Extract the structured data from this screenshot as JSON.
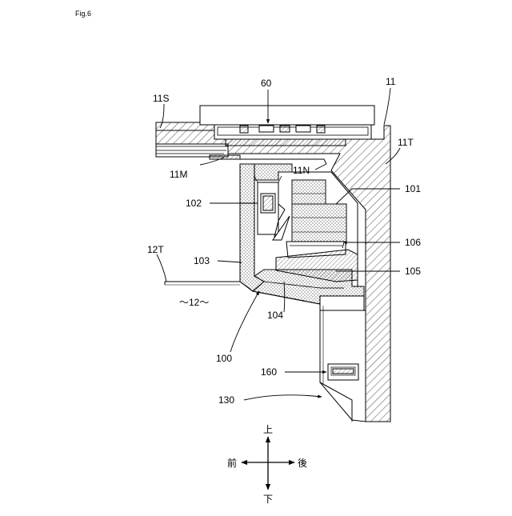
{
  "figure": {
    "label": "Fig.6"
  },
  "labels": {
    "l60": "60",
    "l11": "11",
    "l11S": "11S",
    "l11T": "11T",
    "l11M": "11M",
    "l11N": "11N",
    "l101": "101",
    "l102": "102",
    "l106": "106",
    "l12T": "12T",
    "l103": "103",
    "l105": "105",
    "l12": "～12～",
    "l104": "104",
    "l100": "100",
    "l160": "160",
    "l130": "130"
  },
  "directions": {
    "up": "上",
    "down": "下",
    "front": "前",
    "back": "後"
  }
}
